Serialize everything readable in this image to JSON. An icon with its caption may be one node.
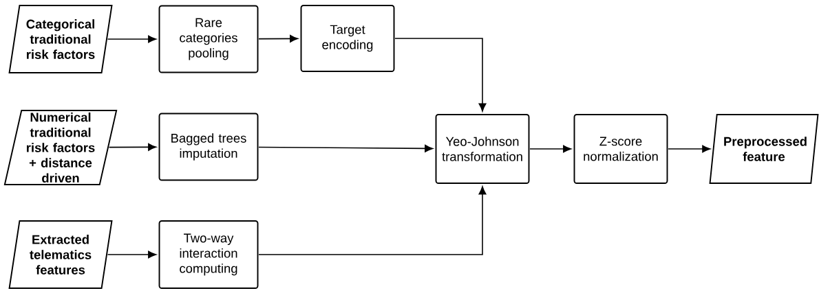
{
  "diagram": {
    "nodes": [
      {
        "text": [
          "Categorical traditional risk factors"
        ]
      },
      {
        "text": [
          "Rare categories pooling"
        ]
      },
      {
        "text": [
          "Target encoding"
        ]
      },
      {
        "text": [
          "Numerical traditional risk factors + distance driven"
        ]
      },
      {
        "text": [
          "Bagged trees imputation"
        ]
      },
      {
        "text": [
          "Yeo-Johnson transformation"
        ]
      },
      {
        "text": [
          "Z-score normalization"
        ]
      },
      {
        "text": [
          "Preprocessed feature"
        ]
      },
      {
        "text": [
          "Extracted telematics features"
        ]
      },
      {
        "text": [
          "Two-way interaction computing"
        ]
      }
    ],
    "edges": [
      {
        "from": 0,
        "to": 1,
        "arrow": "to"
      },
      {
        "from": 1,
        "to": 2,
        "arrow": "to"
      },
      {
        "from": 2,
        "to": 5,
        "arrow": "to"
      },
      {
        "from": 3,
        "to": 4,
        "arrow": "to"
      },
      {
        "from": 4,
        "to": 5,
        "arrow": "to"
      },
      {
        "from": 8,
        "to": 9,
        "arrow": "to"
      },
      {
        "from": 9,
        "to": 5,
        "arrow": "to"
      },
      {
        "from": 5,
        "to": 6,
        "arrow": "to"
      },
      {
        "from": 6,
        "to": 7,
        "arrow": "to"
      }
    ]
  }
}
